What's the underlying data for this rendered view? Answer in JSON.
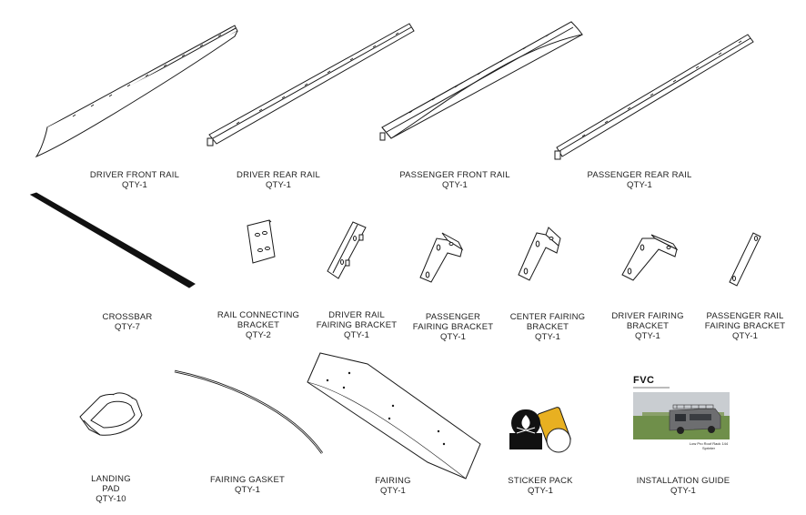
{
  "parts": {
    "driver_front_rail": {
      "name": "DRIVER FRONT RAIL",
      "qty": "QTY-1"
    },
    "driver_rear_rail": {
      "name": "DRIVER REAR RAIL",
      "qty": "QTY-1"
    },
    "passenger_front_rail": {
      "name": "PASSENGER FRONT RAIL",
      "qty": "QTY-1"
    },
    "passenger_rear_rail": {
      "name": "PASSENGER REAR RAIL",
      "qty": "QTY-1"
    },
    "crossbar": {
      "name": "CROSSBAR",
      "qty": "QTY-7"
    },
    "rail_connecting_bracket": {
      "line1": "RAIL CONNECTING",
      "line2": "BRACKET",
      "qty": "QTY-2"
    },
    "driver_rail_fairing_bracket": {
      "line1": "DRIVER RAIL",
      "line2": "FAIRING BRACKET",
      "qty": "QTY-1"
    },
    "passenger_fairing_bracket": {
      "line1": "PASSENGER",
      "line2": "FAIRING BRACKET",
      "qty": "QTY-1"
    },
    "center_fairing_bracket": {
      "line1": "CENTER FAIRING",
      "line2": "BRACKET",
      "qty": "QTY-1"
    },
    "driver_fairing_bracket": {
      "line1": "DRIVER FAIRING",
      "line2": "BRACKET",
      "qty": "QTY-1"
    },
    "passenger_rail_fairing_bracket": {
      "line1": "PASSENGER RAIL",
      "line2": "FAIRING BRACKET",
      "qty": "QTY-1"
    },
    "landing_pad": {
      "line1": "LANDING",
      "line2": "PAD",
      "qty": "QTY-10"
    },
    "fairing_gasket": {
      "name": "FAIRING GASKET",
      "qty": "QTY-1"
    },
    "fairing": {
      "name": "FAIRING",
      "qty": "QTY-1"
    },
    "sticker_pack": {
      "name": "STICKER PACK",
      "qty": "QTY-1"
    },
    "installation_guide": {
      "name": "INSTALLATION GUIDE",
      "qty": "QTY-1"
    }
  },
  "guide_doc": {
    "logo": "FVC",
    "caption_line1": "Low Pro Roof Rack 144",
    "caption_line2": "Sprinter"
  },
  "colors": {
    "line": "#1a1a1a",
    "crossbar_fill": "#111111",
    "sticker_yellow": "#e8b021",
    "photo_grass": "#6f8f4a",
    "photo_sky": "#c9cdd1"
  }
}
